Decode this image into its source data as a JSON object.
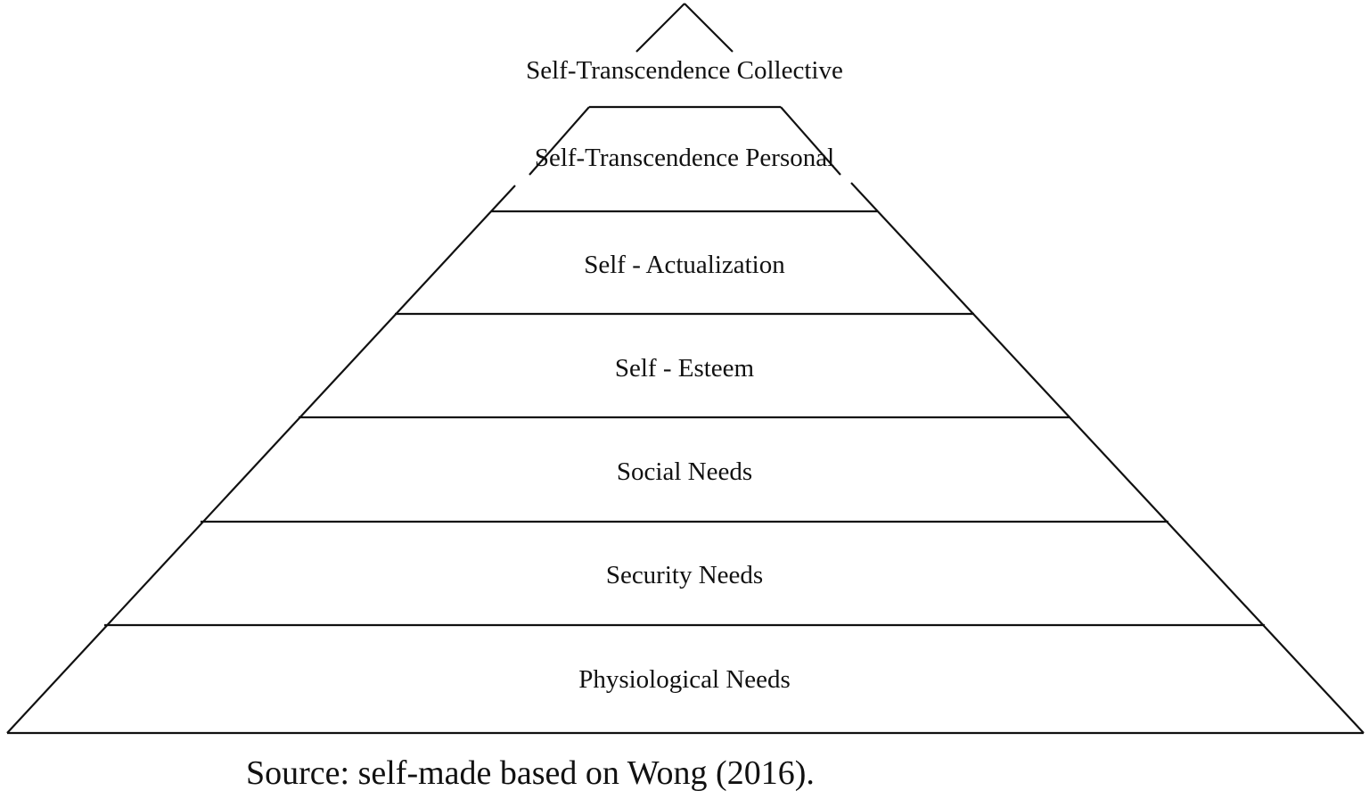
{
  "diagram": {
    "levels": [
      "Self-Transcendence Collective",
      "Self-Transcendence Personal",
      "Self - Actualization",
      "Self - Esteem",
      "Social Needs",
      "Security Needs",
      "Physiological Needs"
    ]
  },
  "caption": "Source: self-made based on Wong (2016).",
  "colors": {
    "line": "#111111",
    "text": "#111111",
    "background": "#ffffff"
  }
}
